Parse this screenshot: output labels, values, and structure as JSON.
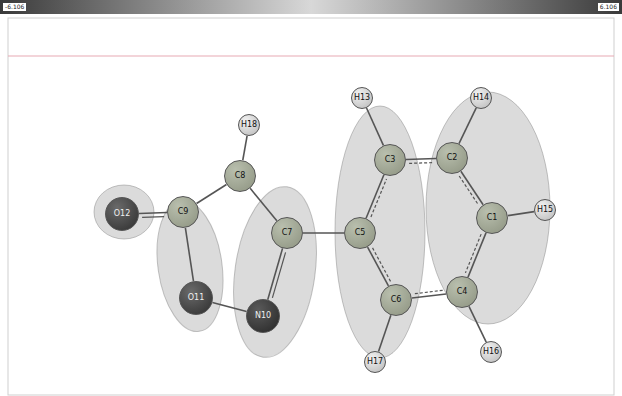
{
  "diagram": {
    "nodes": [
      {
        "text": [
          "H13"
        ]
      },
      {
        "text": [
          "H14"
        ]
      },
      {
        "text": [
          "H18"
        ]
      },
      {
        "text": [
          "C3"
        ]
      },
      {
        "text": [
          "C2"
        ]
      },
      {
        "text": [
          "C8"
        ]
      },
      {
        "text": [
          "C9"
        ]
      },
      {
        "text": [
          "O12"
        ]
      },
      {
        "text": [
          "C1"
        ]
      },
      {
        "text": [
          "H15"
        ]
      },
      {
        "text": [
          "C7"
        ]
      },
      {
        "text": [
          "C5"
        ]
      },
      {
        "text": [
          "C4"
        ]
      },
      {
        "text": [
          "C6"
        ]
      },
      {
        "text": [
          "O11"
        ]
      },
      {
        "text": [
          "N10"
        ]
      },
      {
        "text": [
          "H16"
        ]
      },
      {
        "text": [
          "H17"
        ]
      }
    ],
    "edges": [
      {
        "from": 7,
        "to": 6,
        "arrow": "none"
      },
      {
        "from": 6,
        "to": 5,
        "arrow": "none"
      },
      {
        "from": 5,
        "to": 2,
        "arrow": "none"
      },
      {
        "from": 6,
        "to": 14,
        "arrow": "none"
      },
      {
        "from": 14,
        "to": 15,
        "arrow": "none"
      },
      {
        "from": 15,
        "to": 10,
        "arrow": "none"
      },
      {
        "from": 10,
        "to": 5,
        "arrow": "none"
      },
      {
        "from": 10,
        "to": 11,
        "arrow": "none"
      },
      {
        "from": 11,
        "to": 3,
        "arrow": "none"
      },
      {
        "from": 3,
        "to": 0,
        "arrow": "none"
      },
      {
        "from": 3,
        "to": 4,
        "arrow": "none"
      },
      {
        "from": 4,
        "to": 1,
        "arrow": "none"
      },
      {
        "from": 4,
        "to": 8,
        "arrow": "none"
      },
      {
        "from": 8,
        "to": 9,
        "arrow": "none"
      },
      {
        "from": 8,
        "to": 12,
        "arrow": "none"
      },
      {
        "from": 12,
        "to": 16,
        "arrow": "none"
      },
      {
        "from": 12,
        "to": 13,
        "arrow": "none"
      },
      {
        "from": 13,
        "to": 17,
        "arrow": "none"
      },
      {
        "from": 13,
        "to": 11,
        "arrow": "none"
      }
    ],
    "labels": [
      "-6.106",
      "6.106"
    ]
  }
}
